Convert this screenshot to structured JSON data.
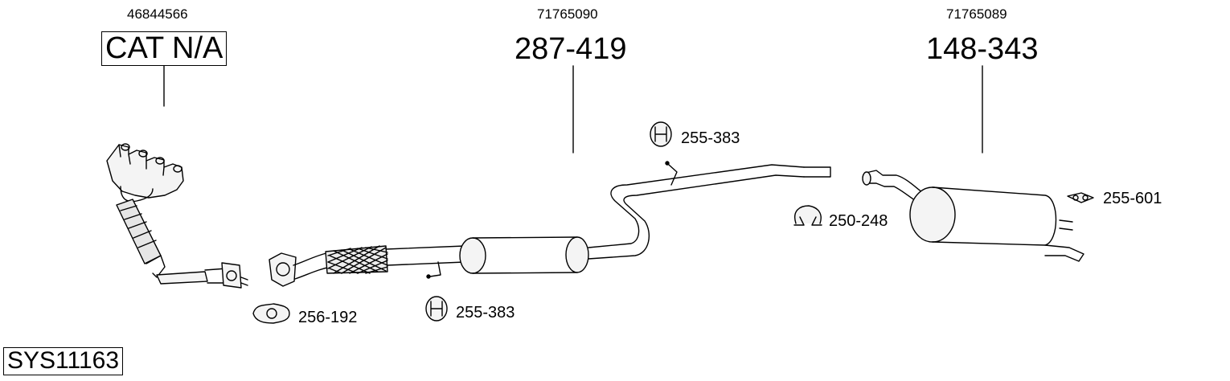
{
  "parts": [
    {
      "oem_number": "46844566",
      "part_number": "CAT N/A",
      "boxed": true
    },
    {
      "oem_number": "71765090",
      "part_number": "287-419",
      "boxed": false
    },
    {
      "oem_number": "71765089",
      "part_number": "148-343",
      "boxed": false
    }
  ],
  "accessories": [
    {
      "part_number": "256-192",
      "icon": "gasket-icon"
    },
    {
      "part_number": "255-383",
      "icon": "rubber-hanger-icon"
    },
    {
      "part_number": "255-383",
      "icon": "rubber-hanger-icon"
    },
    {
      "part_number": "250-248",
      "icon": "pipe-clamp-icon"
    },
    {
      "part_number": "255-601",
      "icon": "mounting-rubber-icon"
    }
  ],
  "system_code": "SYS11163"
}
